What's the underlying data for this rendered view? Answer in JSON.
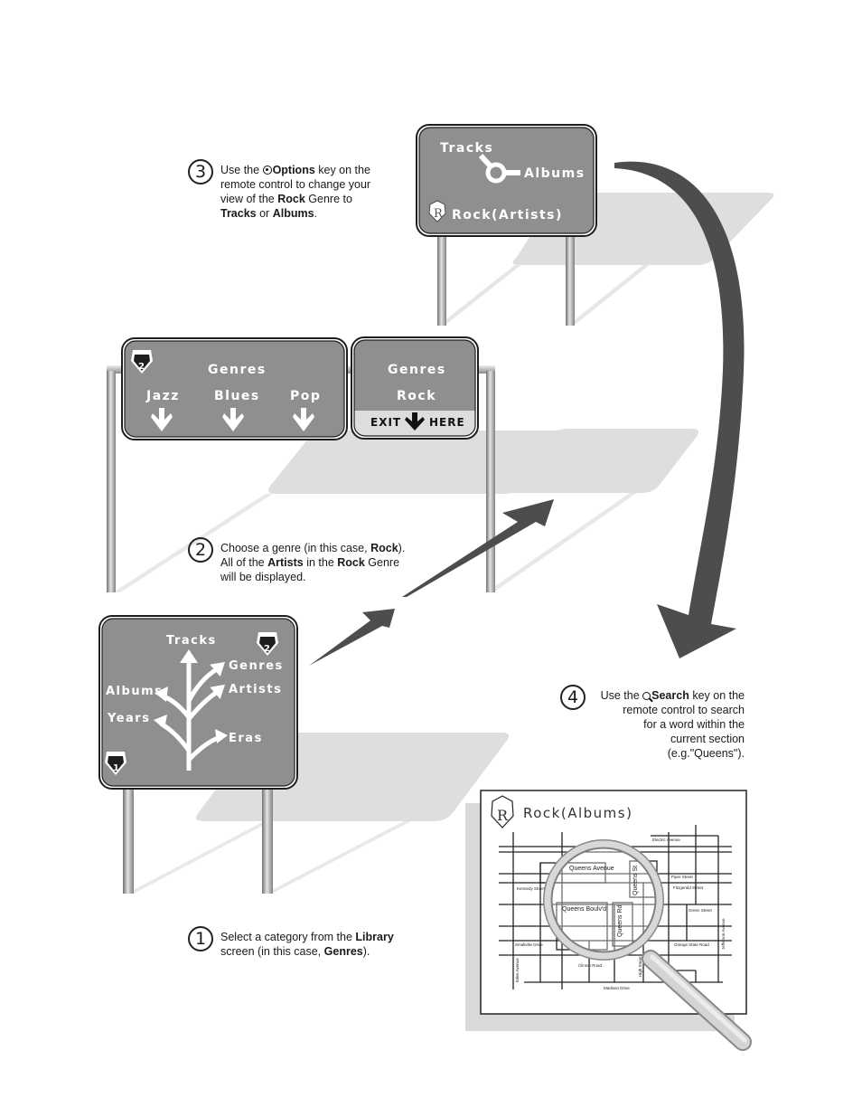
{
  "signs": {
    "options_sign": {
      "line1": "Tracks",
      "line2": "Albums",
      "line3": "Rock(Artists)",
      "shield": "R"
    },
    "genres_sign": {
      "title": "Genres",
      "items": [
        "Jazz",
        "Blues",
        "Pop"
      ],
      "shield": "2"
    },
    "exit_sign": {
      "title": "Genres",
      "subtitle": "Rock",
      "exit_left": "EXIT",
      "exit_right": "HERE"
    },
    "library_sign": {
      "branches": [
        "Tracks",
        "Genres",
        "Artists",
        "Albums",
        "Years",
        "Eras"
      ],
      "shield_top": "2",
      "shield_bottom": "1"
    }
  },
  "steps": {
    "step1": {
      "number": "1",
      "l1a": "Select a category from the ",
      "l1b": "Library",
      "l2a": "screen (in this case, ",
      "l2b": "Genres",
      "l2c": ")."
    },
    "step2": {
      "number": "2",
      "l1a": "Choose a genre  (in this case, ",
      "l1b": "Rock",
      "l1c": ").",
      "l2a": "All of the ",
      "l2b": "Artists",
      "l2c": " in the ",
      "l2d": "Rock",
      "l2e": " Genre",
      "l3": "will be displayed."
    },
    "step3": {
      "number": "3",
      "l1a": "Use the ",
      "l1b": "Options",
      "l1c": " key on the",
      "l2": "remote control to change your",
      "l3a": "view of the ",
      "l3b": "Rock",
      "l3c": " Genre to",
      "l4a": "Tracks",
      "l4b": " or ",
      "l4c": "Albums",
      "l4d": "."
    },
    "step4": {
      "number": "4",
      "l1a": "Use the ",
      "l1b": "Search",
      "l1c": " key on the",
      "l2": "remote  control to search",
      "l3": "for a word within the",
      "l4": "current section",
      "l5": "(e.g.\"Queens\")."
    }
  },
  "map": {
    "title": "Rock(Albums)",
    "shield": "R",
    "streets": {
      "queens_avenue": "Queens Avenue",
      "queens_st": "Queens St",
      "queens_boulevard": "Queens Boulv'd",
      "queens_rd": "Queens Rd",
      "electric_avenue": "Electric Avenue",
      "piper_street": "Piper Street",
      "kennedy_street": "Kennedy Street",
      "fitzgerald_street": "Fitzgerald Street",
      "green_street": "Green Street",
      "jefferson_avenue": "Jefferson Avenue",
      "smallville_drive": "Smallville Drive",
      "orange_state_road": "Orange State Road",
      "clinton_road": "Clinton Road",
      "high_street": "High Street",
      "eden_avenue": "Eden Avenue",
      "madison_drive": "Madison Drive"
    }
  },
  "colors": {
    "sign_fill": "#8f8f8f",
    "sign_border": "#1e1e1e",
    "shadow": "#dcdcdc",
    "arrow": "#4d4d4d",
    "pole": "#9a9a9a",
    "map_shadow": "#d9d9d9"
  }
}
